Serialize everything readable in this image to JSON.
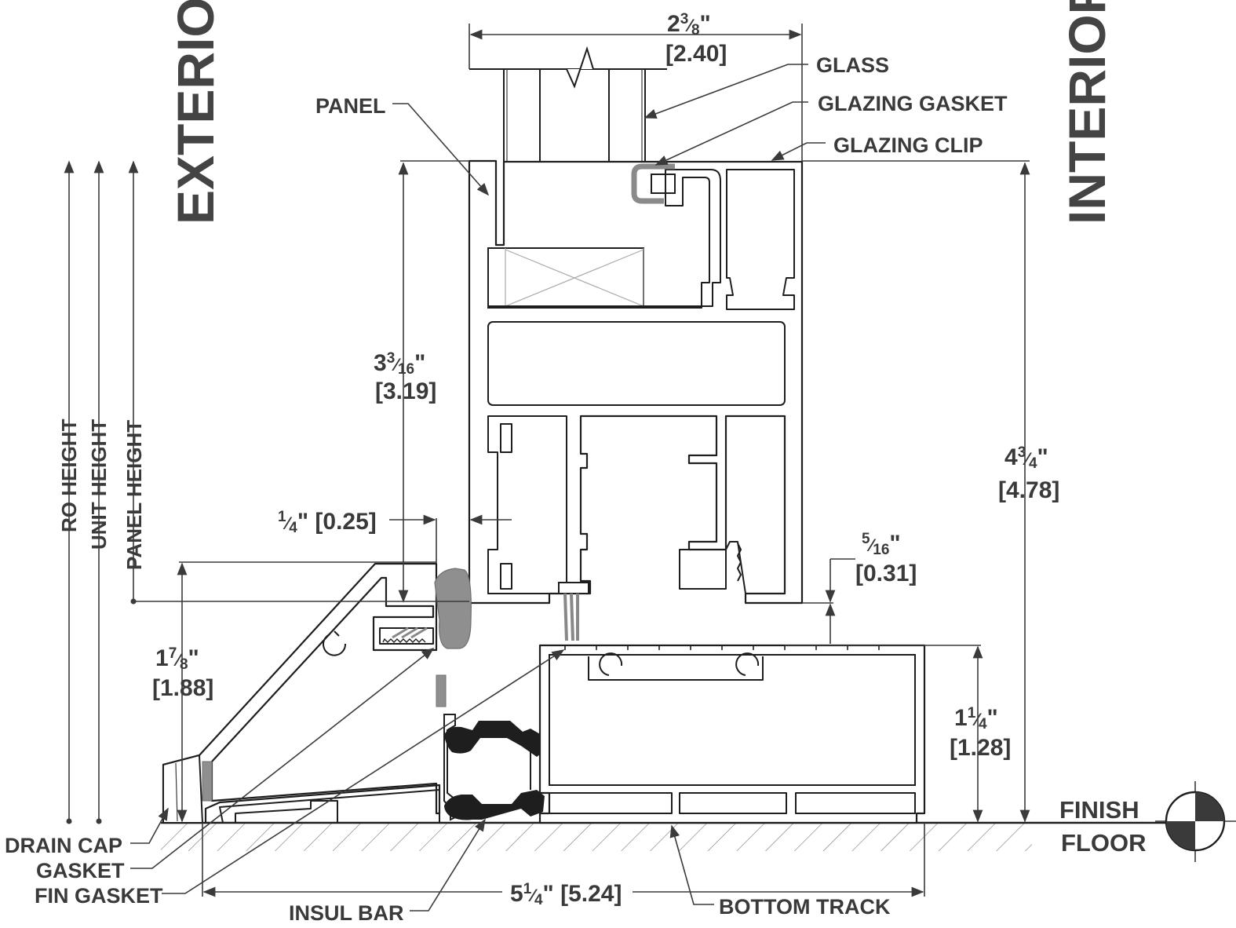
{
  "orientation": {
    "exterior": "EXTERIOR",
    "interior": "INTERIOR"
  },
  "labels": {
    "panel": "PANEL",
    "glass": "GLASS",
    "glazing_gasket": "GLAZING GASKET",
    "glazing_clip": "GLAZING CLIP",
    "drain_cap": "DRAIN CAP",
    "gasket": "GASKET",
    "fin_gasket": "FIN GASKET",
    "insul_bar": "INSUL BAR",
    "bottom_track": "BOTTOM TRACK",
    "finish_floor_1": "FINISH",
    "finish_floor_2": "FLOOR"
  },
  "heights": {
    "ro": "RO HEIGHT",
    "unit": "UNIT HEIGHT",
    "panel": "PANEL HEIGHT"
  },
  "dimensions": {
    "top_width": {
      "whole": "2",
      "num": "3",
      "den": "8",
      "decimal": "[2.40]"
    },
    "left_height": {
      "whole": "3",
      "num": "3",
      "den": "16",
      "decimal": "[3.19]"
    },
    "right_height": {
      "whole": "4",
      "num": "3",
      "den": "4",
      "decimal": "[4.78]"
    },
    "offset_left": {
      "num": "1",
      "den": "4",
      "decimal": "[0.25]"
    },
    "offset_right": {
      "num": "5",
      "den": "16",
      "decimal": "[0.31]"
    },
    "sill_height": {
      "whole": "1",
      "num": "7",
      "den": "8",
      "decimal": "[1.88]"
    },
    "track_height": {
      "whole": "1",
      "num": "1",
      "den": "4",
      "decimal": "[1.28]"
    },
    "overall_width": {
      "whole": "5",
      "num": "1",
      "den": "4",
      "decimal": "[5.24]"
    }
  },
  "colors": {
    "line": "#3a3a3a",
    "profile": "#1e1e1e",
    "gasket_grey": "#8f8f8f",
    "background": "#ffffff"
  }
}
